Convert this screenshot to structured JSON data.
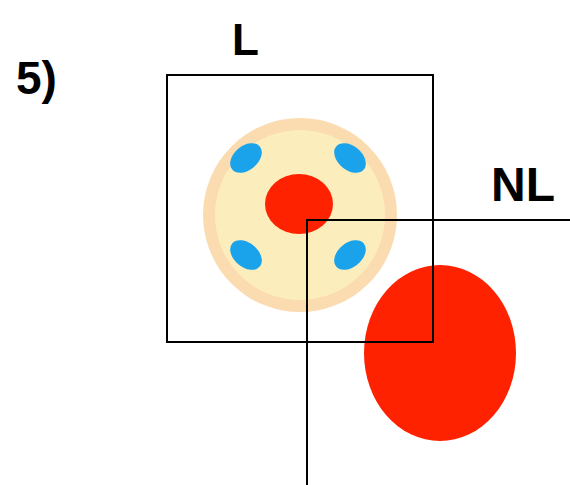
{
  "diagram": {
    "nodes": [
      {
        "text": [
          "L"
        ]
      },
      {
        "text": [
          "NL"
        ]
      }
    ],
    "labels": [
      "5)"
    ]
  }
}
